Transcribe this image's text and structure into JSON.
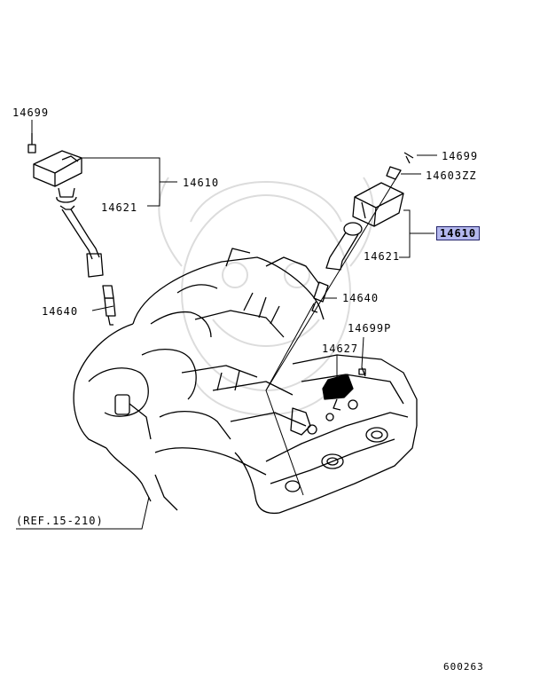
{
  "labels": {
    "left_bolt": "14699",
    "left_coil": "14610",
    "left_boot": "14621",
    "left_plug": "14640",
    "right_bolt": "14699",
    "right_bracket": "14603ZZ",
    "right_coil": "14610",
    "right_boot": "14621",
    "right_plug": "14640",
    "sensor_bolt": "14699P",
    "sensor": "14627",
    "reference": "(REF.15-210)",
    "figure_id": "600263"
  },
  "colors": {
    "line": "#000000",
    "watermark": "#d9d9d9",
    "highlight_fill": "#b4b8ee",
    "highlight_border": "#23236a"
  },
  "highlighted_part": "14610"
}
